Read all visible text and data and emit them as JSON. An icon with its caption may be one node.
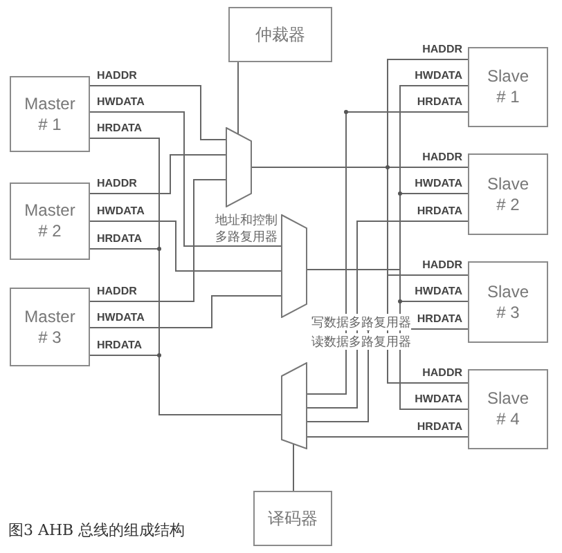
{
  "diagram": {
    "caption": "图3 AHB 总线的组成结构",
    "nodes": [
      {
        "text": [
          "仲裁器"
        ]
      },
      {
        "text": [
          "Master # 1"
        ]
      },
      {
        "text": [
          "Master # 2"
        ]
      },
      {
        "text": [
          "Master # 3"
        ]
      },
      {
        "text": [
          "Slave # 1"
        ]
      },
      {
        "text": [
          "Slave # 2"
        ]
      },
      {
        "text": [
          "Slave # 3"
        ]
      },
      {
        "text": [
          "Slave # 4"
        ]
      },
      {
        "text": [],
        "shape": "trapezoid",
        "beside": [
          "地址和控制多路复用器"
        ]
      },
      {
        "text": [],
        "shape": "trapezoid",
        "beside": [
          "写数据多路复用器"
        ]
      },
      {
        "text": [],
        "shape": "trapezoid",
        "beside": [
          "读数据多路复用器"
        ]
      },
      {
        "text": [
          "译码器"
        ]
      }
    ],
    "edges": [
      {
        "from": 1,
        "to": 8,
        "arrow": "none",
        "label": "HADDR"
      },
      {
        "from": 2,
        "to": 8,
        "arrow": "none",
        "label": "HADDR"
      },
      {
        "from": 3,
        "to": 8,
        "arrow": "none",
        "label": "HADDR"
      },
      {
        "from": 0,
        "to": 8,
        "arrow": "none"
      },
      {
        "from": 8,
        "to": 4,
        "arrow": "none",
        "label": "HADDR"
      },
      {
        "from": 8,
        "to": 5,
        "arrow": "none",
        "label": "HADDR"
      },
      {
        "from": 8,
        "to": 6,
        "arrow": "none",
        "label": "HADDR"
      },
      {
        "from": 8,
        "to": 7,
        "arrow": "none",
        "label": "HADDR"
      },
      {
        "from": 1,
        "to": 9,
        "arrow": "none",
        "label": "HWDATA"
      },
      {
        "from": 2,
        "to": 9,
        "arrow": "none",
        "label": "HWDATA"
      },
      {
        "from": 3,
        "to": 9,
        "arrow": "none",
        "label": "HWDATA"
      },
      {
        "from": 9,
        "to": 4,
        "arrow": "none",
        "label": "HWDATA"
      },
      {
        "from": 9,
        "to": 5,
        "arrow": "none",
        "label": "HWDATA"
      },
      {
        "from": 9,
        "to": 6,
        "arrow": "none",
        "label": "HWDATA"
      },
      {
        "from": 9,
        "to": 7,
        "arrow": "none",
        "label": "HWDATA"
      },
      {
        "from": 4,
        "to": 10,
        "arrow": "none",
        "label": "HRDATA"
      },
      {
        "from": 5,
        "to": 10,
        "arrow": "none",
        "label": "HRDATA"
      },
      {
        "from": 6,
        "to": 10,
        "arrow": "none",
        "label": "HRDATA"
      },
      {
        "from": 7,
        "to": 10,
        "arrow": "none",
        "label": "HRDATA"
      },
      {
        "from": 10,
        "to": 1,
        "arrow": "none",
        "label": "HRDATA"
      },
      {
        "from": 10,
        "to": 2,
        "arrow": "none",
        "label": "HRDATA"
      },
      {
        "from": 10,
        "to": 3,
        "arrow": "none",
        "label": "HRDATA"
      },
      {
        "from": 11,
        "to": 10,
        "arrow": "none"
      }
    ]
  }
}
